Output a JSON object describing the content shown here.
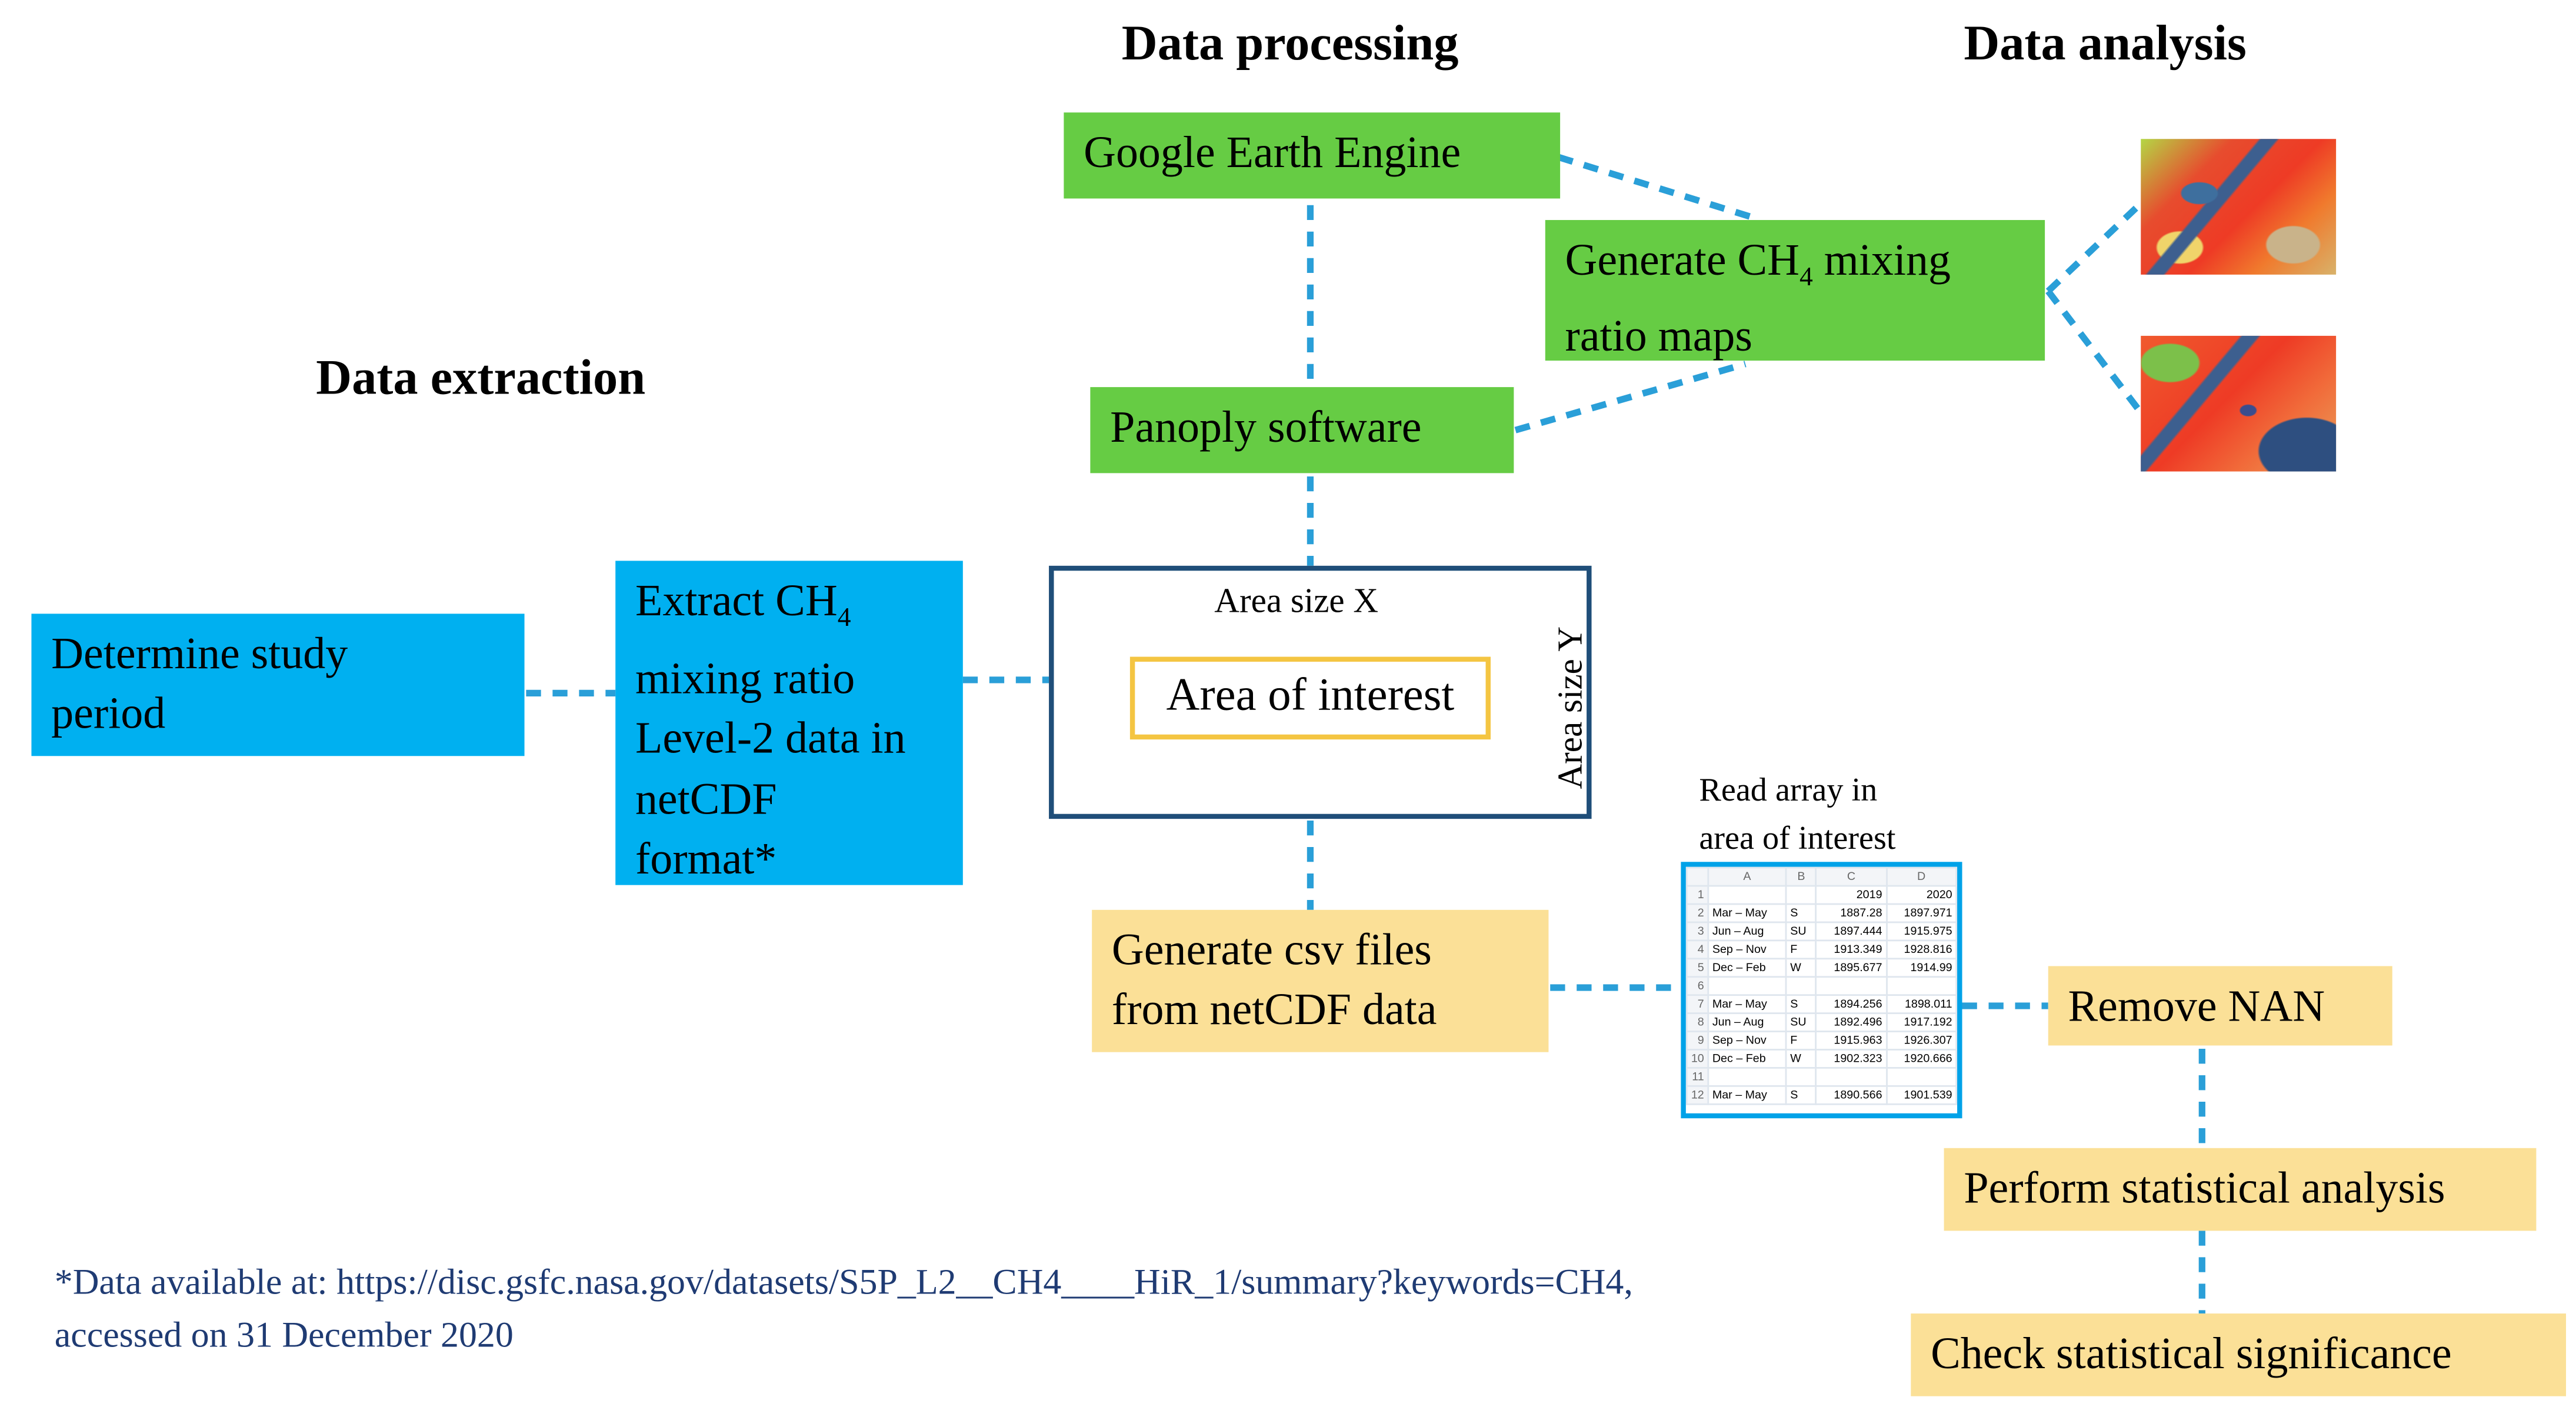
{
  "headings": {
    "processing": "Data processing",
    "analysis": "Data analysis",
    "extraction": "Data extraction"
  },
  "boxes": {
    "google_earth_engine": "Google Earth Engine",
    "generate_maps_line1_a": "Generate CH",
    "generate_maps_line1_sub": "4",
    "generate_maps_line1_b": " mixing",
    "generate_maps_line2": "ratio maps",
    "panoply": "Panoply software",
    "determine_period_line1": "Determine study",
    "determine_period_line2": "period",
    "extract_line1_a": "Extract CH",
    "extract_line1_sub": "4",
    "extract_line2": "mixing ratio",
    "extract_line3": "Level-2 data in",
    "extract_line4": "netCDF",
    "extract_line5": "format*",
    "generate_csv_line1": "Generate csv files",
    "generate_csv_line2": "from netCDF data",
    "remove_nan": "Remove NAN",
    "perform_stats": "Perform statistical analysis",
    "check_significance": "Check statistical significance"
  },
  "aoi": {
    "size_x": "Area size X",
    "size_y": "Area size Y",
    "label": "Area of interest"
  },
  "read_array": {
    "line1": "Read array in",
    "line2": "area of interest"
  },
  "spreadsheet": {
    "columns": [
      "A",
      "B",
      "C",
      "D"
    ],
    "rows": [
      {
        "n": "1",
        "a": "",
        "b": "",
        "c": "2019",
        "d": "2020"
      },
      {
        "n": "2",
        "a": "Mar – May",
        "b": "S",
        "c": "1887.28",
        "d": "1897.971"
      },
      {
        "n": "3",
        "a": "Jun – Aug",
        "b": "SU",
        "c": "1897.444",
        "d": "1915.975"
      },
      {
        "n": "4",
        "a": "Sep – Nov",
        "b": "F",
        "c": "1913.349",
        "d": "1928.816"
      },
      {
        "n": "5",
        "a": "Dec – Feb",
        "b": "W",
        "c": "1895.677",
        "d": "1914.99"
      },
      {
        "n": "6",
        "a": "",
        "b": "",
        "c": "",
        "d": ""
      },
      {
        "n": "7",
        "a": "Mar – May",
        "b": "S",
        "c": "1894.256",
        "d": "1898.011"
      },
      {
        "n": "8",
        "a": "Jun – Aug",
        "b": "SU",
        "c": "1892.496",
        "d": "1917.192"
      },
      {
        "n": "9",
        "a": "Sep – Nov",
        "b": "F",
        "c": "1915.963",
        "d": "1926.307"
      },
      {
        "n": "10",
        "a": "Dec – Feb",
        "b": "W",
        "c": "1902.323",
        "d": "1920.666"
      },
      {
        "n": "11",
        "a": "",
        "b": "",
        "c": "",
        "d": ""
      },
      {
        "n": "12",
        "a": "Mar – May",
        "b": "S",
        "c": "1890.566",
        "d": "1901.539"
      }
    ]
  },
  "footnote": {
    "line1": "*Data available at: https://disc.gsfc.nasa.gov/datasets/S5P_L2__CH4____HiR_1/summary?keywords=CH4,",
    "line2": "accessed on 31 December 2020"
  },
  "colors": {
    "processing_green": "#66cc44",
    "extraction_blue": "#00b0f0",
    "analysis_yellow": "#fbe097",
    "connector_blue": "#2a9fd8",
    "footnote_navy": "#1f3b73"
  }
}
